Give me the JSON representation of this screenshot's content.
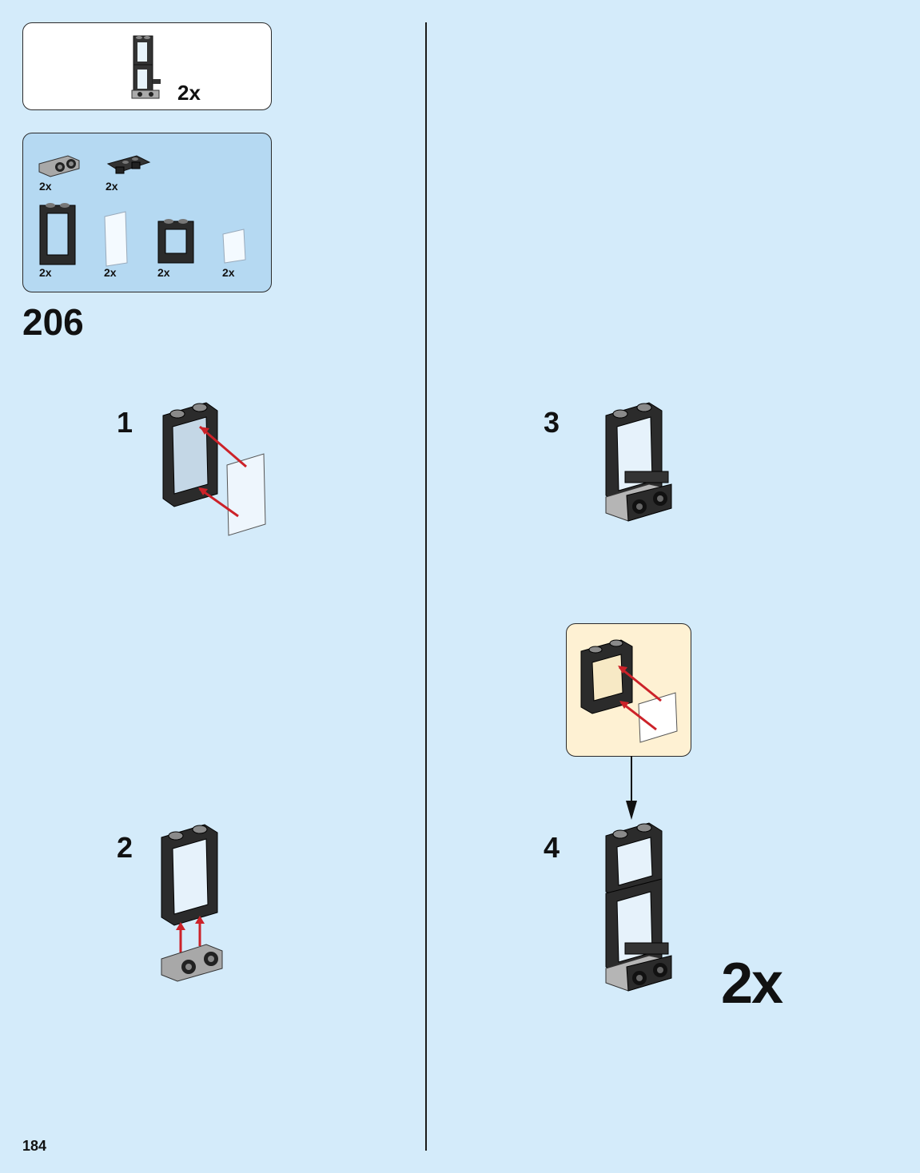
{
  "subassembly": {
    "quantity": "2x"
  },
  "parts_list": [
    {
      "icon": "plate-with-brackets-icon",
      "quantity": "2x"
    },
    {
      "icon": "plate-with-clips-icon",
      "quantity": "2x"
    },
    {
      "icon": "tall-window-frame-icon",
      "quantity": "2x"
    },
    {
      "icon": "tall-glass-pane-icon",
      "quantity": "2x"
    },
    {
      "icon": "short-window-frame-icon",
      "quantity": "2x"
    },
    {
      "icon": "short-glass-pane-icon",
      "quantity": "2x"
    }
  ],
  "step_number": "206",
  "substeps": [
    {
      "number": "1"
    },
    {
      "number": "2"
    },
    {
      "number": "3"
    },
    {
      "number": "4"
    }
  ],
  "final_quantity": "2x",
  "page_number": "184",
  "colors": {
    "background": "#d4ebfa",
    "parts_box": "#b5d9f2",
    "callout_box": "#fef1d3",
    "arrow": "#cc2229",
    "brick_black": "#2b2b2b",
    "brick_gray": "#a0a0a0"
  }
}
